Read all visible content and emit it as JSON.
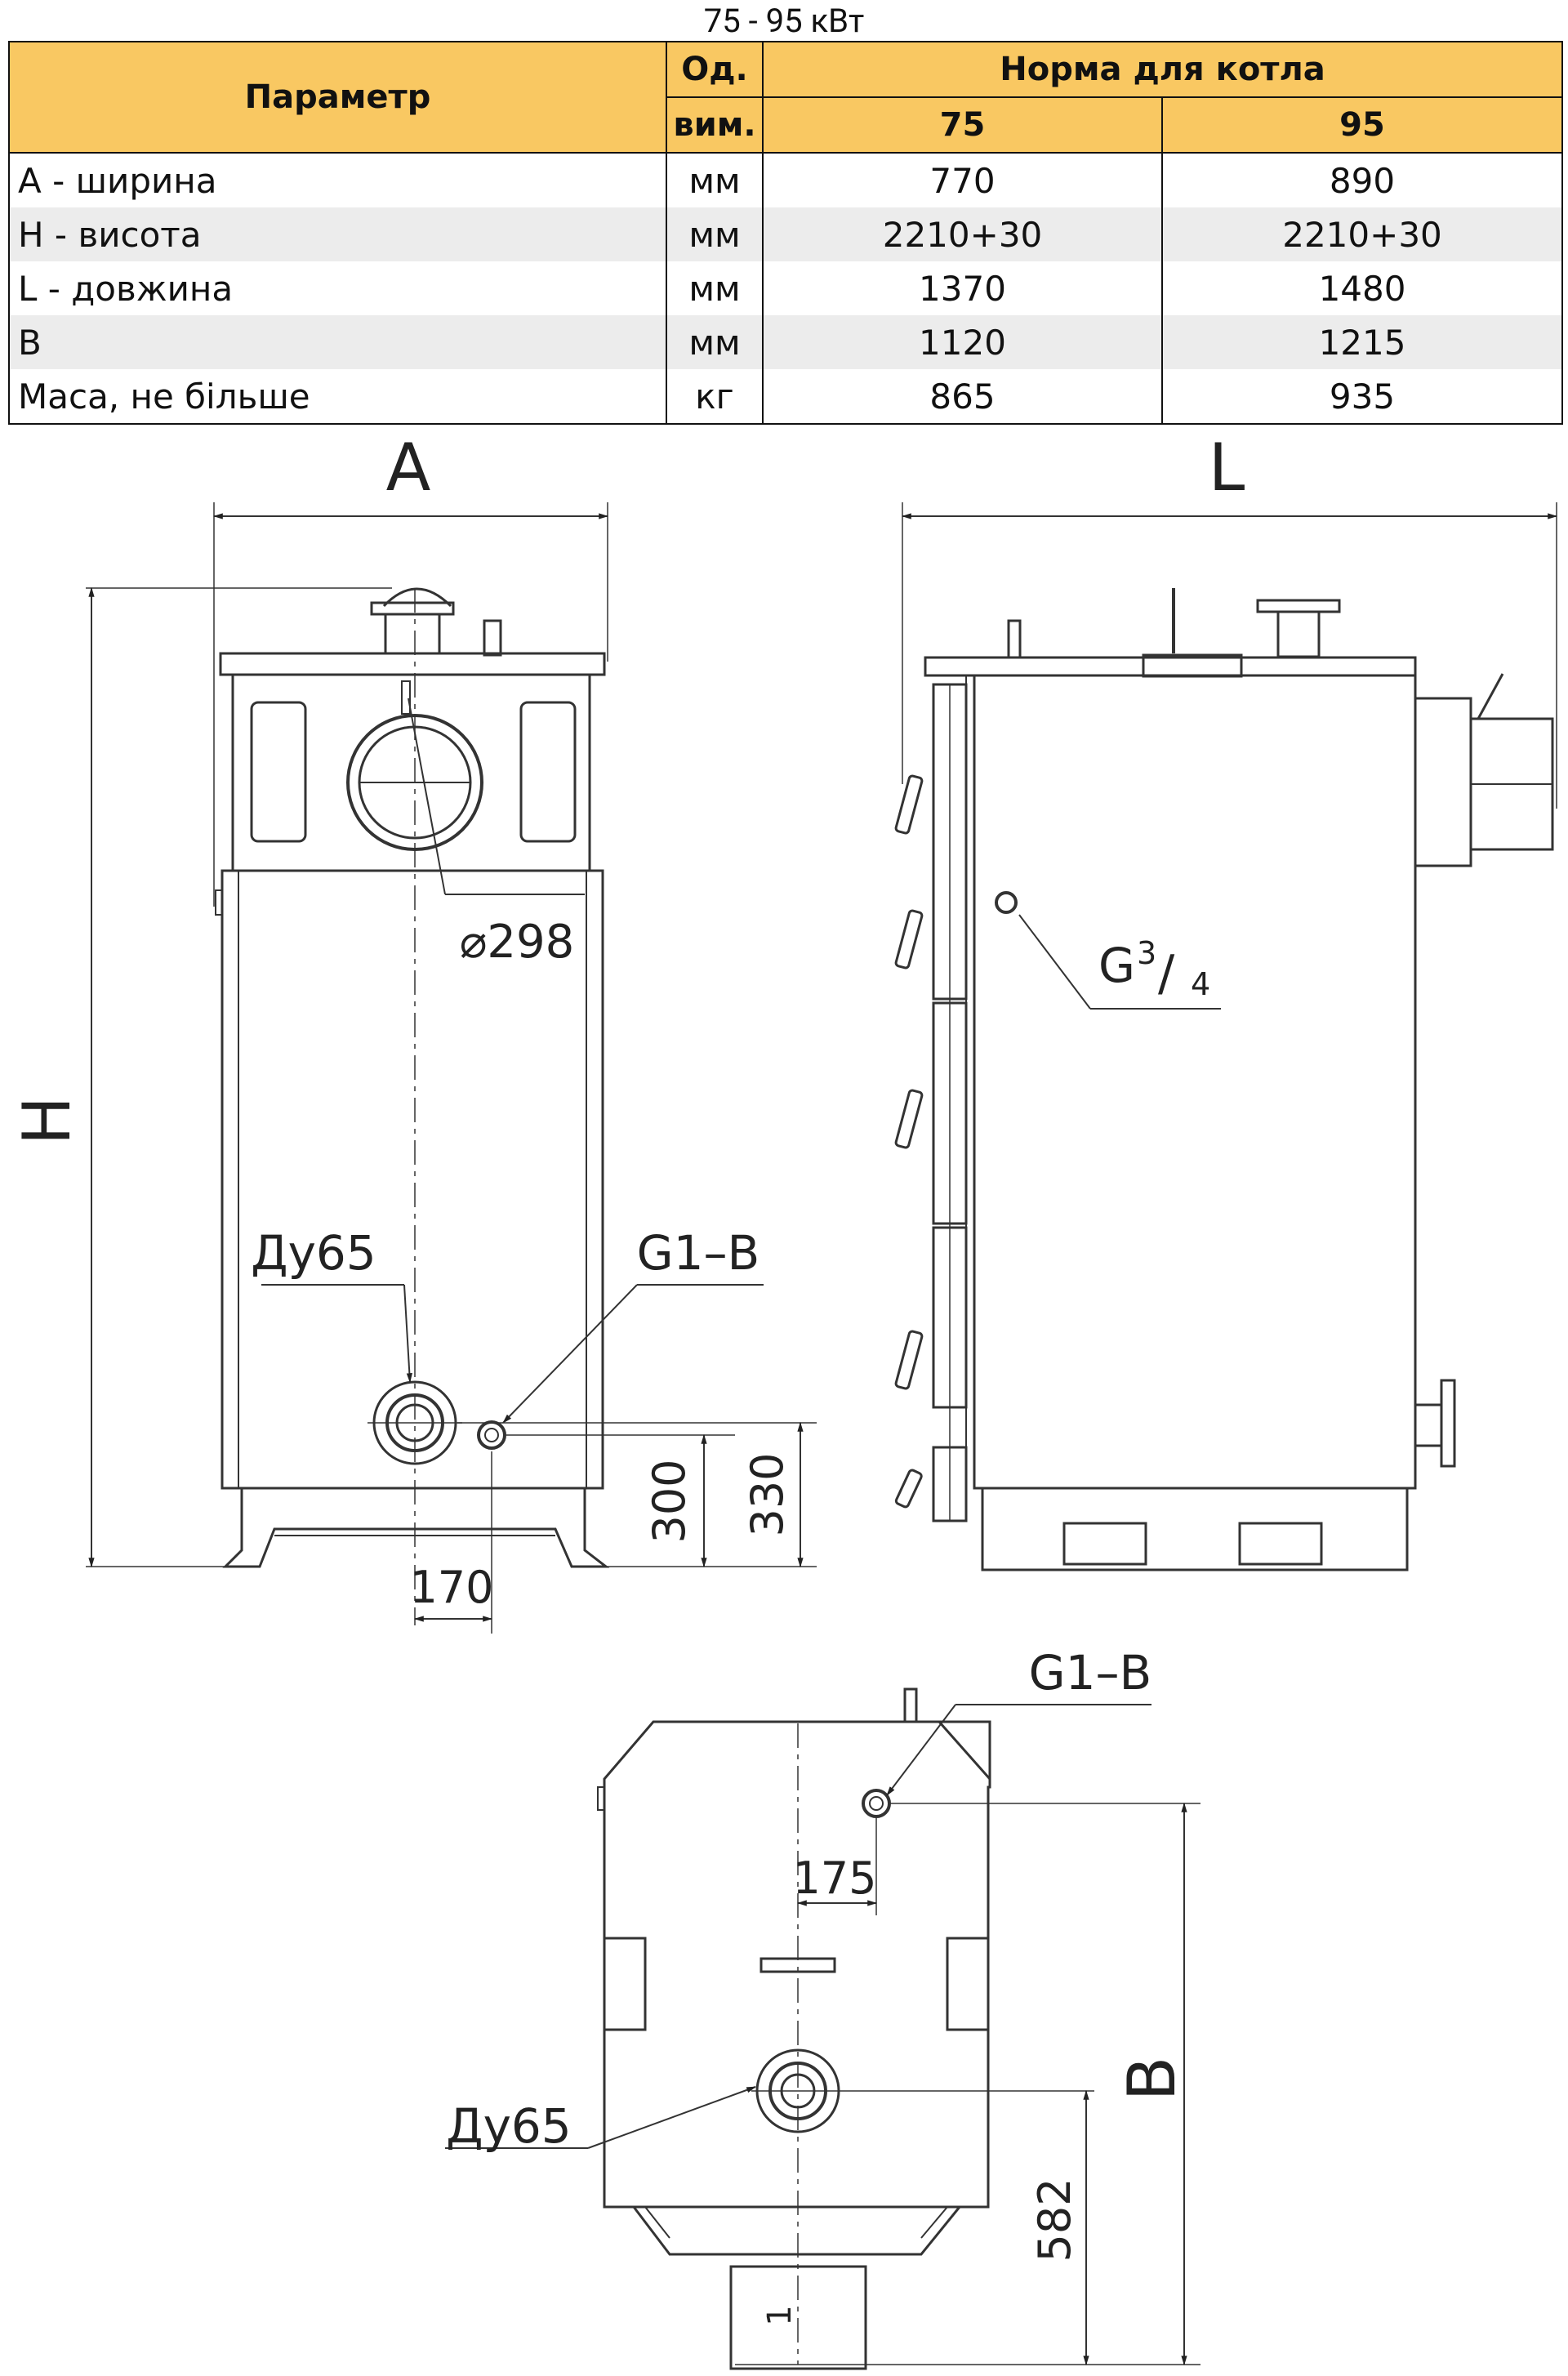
{
  "title": "75 - 95 кВт",
  "table": {
    "header": {
      "param": "Параметр",
      "unit_1": "Од.",
      "unit_2": "вим.",
      "norm": "Норма для котла",
      "models": [
        "75",
        "95"
      ]
    },
    "rows": [
      {
        "param": "А - ширина",
        "unit": "мм",
        "v75": "770",
        "v95": "890"
      },
      {
        "param": "Н - висота",
        "unit": "мм",
        "v75": "2210+30",
        "v95": "2210+30"
      },
      {
        "param": "L - довжина",
        "unit": "мм",
        "v75": "1370",
        "v95": "1480"
      },
      {
        "param": "В",
        "unit": "мм",
        "v75": "1120",
        "v95": "1215"
      },
      {
        "param": "Маса, не більше",
        "unit": "кг",
        "v75": "865",
        "v95": "935"
      }
    ]
  },
  "front_view": {
    "label_width": "A",
    "label_height": "H",
    "flue": "⌀298",
    "outlet": "Ду65",
    "fitting": "G1–B",
    "dim_300": "300",
    "dim_330": "330",
    "dim_170": "170"
  },
  "side_view": {
    "label_length": "L",
    "fitting_g": "G",
    "fitting_num": "3",
    "fitting_den": "4"
  },
  "top_view": {
    "fitting": "G1–B",
    "dim_175": "175",
    "outlet": "Ду65",
    "label_b": "B",
    "dim_582": "582",
    "marker": "1"
  }
}
